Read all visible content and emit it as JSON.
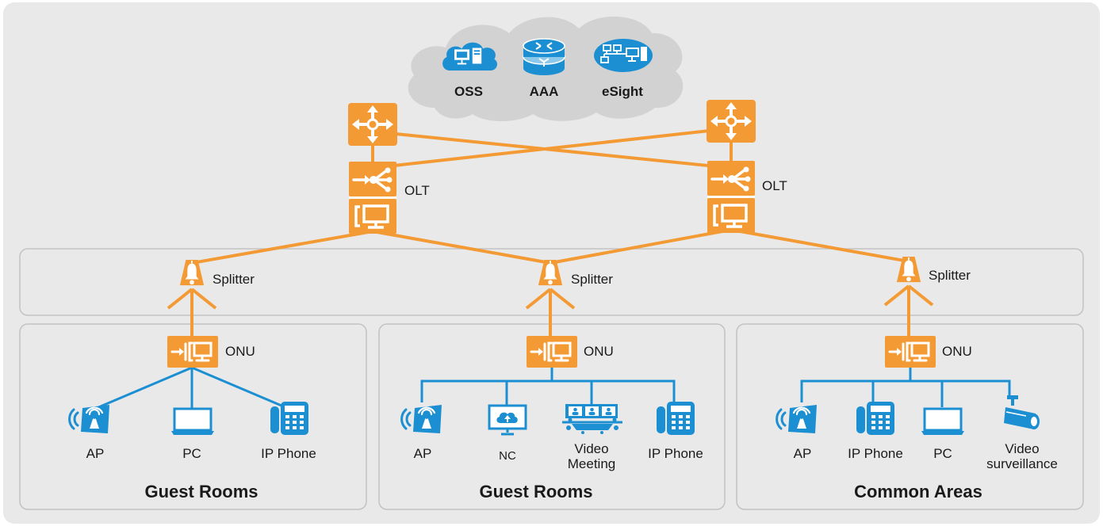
{
  "cloud": {
    "oss": "OSS",
    "aaa": "AAA",
    "esight": "eSight"
  },
  "olt_label": "OLT",
  "splitter_label": "Splitter",
  "onu_label": "ONU",
  "zones": [
    {
      "title": "Guest Rooms",
      "devices": [
        "AP",
        "PC",
        "IP Phone"
      ]
    },
    {
      "title": "Guest Rooms",
      "devices": [
        "AP",
        "NC",
        "Video",
        "Meeting",
        "IP Phone"
      ]
    },
    {
      "title": "Common Areas",
      "devices": [
        "AP",
        "IP Phone",
        "PC",
        "Video",
        "surveillance"
      ]
    }
  ],
  "colors": {
    "orange": "#f39a34",
    "blue": "#1b8fd2",
    "background": "#e9e9e9",
    "panel_border": "#c3c3c3"
  }
}
